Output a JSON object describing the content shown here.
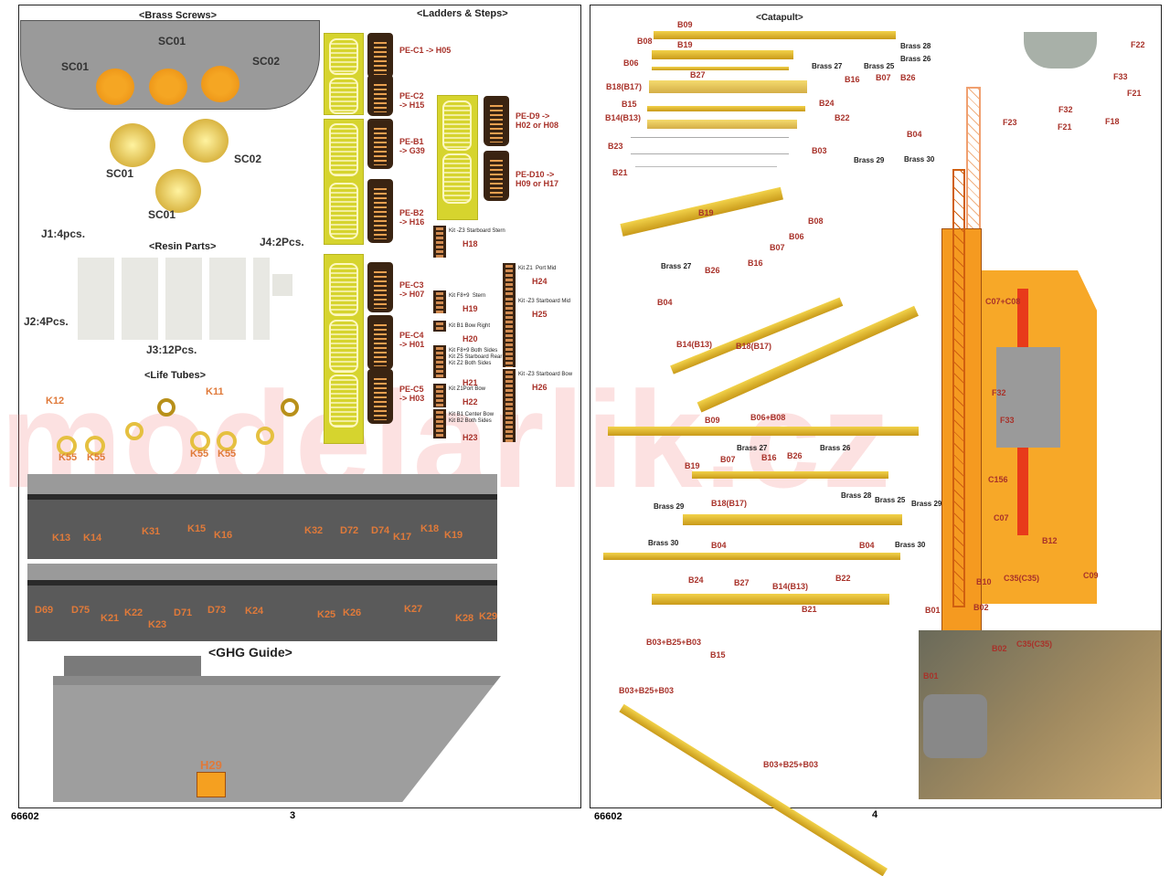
{
  "left_page": {
    "brass_screws_title": "<Brass Screws>",
    "ladders_title": "<Ladders & Steps>",
    "hull_labels": [
      "SC01",
      "SC01",
      "SC02"
    ],
    "photo_labels": [
      "SC01",
      "SC02",
      "SC01"
    ],
    "resin": {
      "title": "<Resin Parts>",
      "j1": "J1:4pcs.",
      "j2": "J2:4Pcs.",
      "j3": "J3:12Pcs.",
      "j4": "J4:2Pcs."
    },
    "life_tubes": {
      "title": "<Life Tubes>",
      "labels": [
        "K12",
        "K11",
        "K55",
        "K55",
        "K55",
        "K55"
      ]
    },
    "strip1": [
      "K13",
      "K14",
      "K31",
      "K15",
      "K16",
      "K32",
      "D72",
      "D74",
      "K17",
      "K18",
      "K19"
    ],
    "strip2": [
      "D69",
      "D75",
      "K21",
      "K22",
      "K23",
      "D71",
      "D73",
      "K24",
      "K25",
      "K26",
      "K27",
      "K28",
      "K29"
    ],
    "ghg_title": "<GHG Guide>",
    "ghg_part": "H29",
    "pe_labels": [
      "PE-C1 -> H05",
      "PE-C2\n-> H15",
      "PE-B1\n-> G39",
      "PE-B2\n-> H16",
      "PE-C3\n-> H07",
      "PE-C4\n-> H01",
      "PE-C5\n-> H03",
      "PE-D9 ->\nH02 or H08",
      "PE-D10 ->\nH09 or H17"
    ],
    "kit_ladders": [
      {
        "desc": "Kit -Z3 Starboard Stern",
        "code": "H18"
      },
      {
        "desc": "Kit F8+9  Stern",
        "code": "H19"
      },
      {
        "desc": "Kit B1 Bow Right",
        "code": "H20"
      },
      {
        "desc": "Kit F8+9 Both Sides\nKit Z5 Starboard Rear\nKit Z2 Both Sides",
        "code": "H21"
      },
      {
        "desc": "Kit Z1Port Bow",
        "code": "H22"
      },
      {
        "desc": "Kit B1 Center Bow\nKit B2 Both Sides",
        "code": "H23"
      },
      {
        "desc": "Kit Z1  Port Mid",
        "code": "H24"
      },
      {
        "desc": "Kit -Z3 Starboard Mid",
        "code": "H25"
      },
      {
        "desc": "Kit -Z3 Starboard Bow",
        "code": "H26"
      }
    ],
    "footer_code": "66602",
    "page_number": "3"
  },
  "right_page": {
    "catapult_title": "<Catapult>",
    "fret_labels_red": [
      "B09",
      "B08",
      "B19",
      "B06",
      "B27",
      "B18(B17)",
      "B15",
      "B14(B13)",
      "B23",
      "B21",
      "B16",
      "B07",
      "B26",
      "B24",
      "B22",
      "B04",
      "B03"
    ],
    "fret_labels_brass": [
      "Brass 28",
      "Brass 26",
      "Brass 27",
      "Brass 25",
      "Brass 29",
      "Brass 30"
    ],
    "exploded_labels_red": [
      "B19",
      "B08",
      "B06",
      "B07",
      "B16",
      "B26",
      "B04",
      "B14(B13)",
      "B18(B17)",
      "B09",
      "B06+B08"
    ],
    "exploded_labels_brass": [
      "Brass 27"
    ],
    "assembly_labels_red": [
      "B19",
      "B07",
      "B16",
      "B26",
      "B18(B17)",
      "B04",
      "B04",
      "B27",
      "B24",
      "B14(B13)",
      "B22",
      "B21",
      "B15",
      "B03+B25+B03",
      "B03+B25+B03",
      "B03+B25+B03"
    ],
    "assembly_labels_brass": [
      "Brass 27",
      "Brass 26",
      "Brass 28",
      "Brass 25",
      "Brass 29",
      "Brass 29",
      "Brass 30",
      "Brass 30"
    ],
    "crane_labels": [
      "F22",
      "F33",
      "F21",
      "F32",
      "F23",
      "F21",
      "F18"
    ],
    "tower_labels": [
      "C07+C08",
      "F32",
      "F33",
      "C156",
      "C07",
      "B12",
      "B10",
      "C35(C35)",
      "C09",
      "B01",
      "B02"
    ],
    "photo_labels": [
      "B01",
      "B02",
      "C35(C35)"
    ],
    "footer_code": "66602",
    "page_number": "4"
  },
  "watermark": "modelarlik.cz"
}
